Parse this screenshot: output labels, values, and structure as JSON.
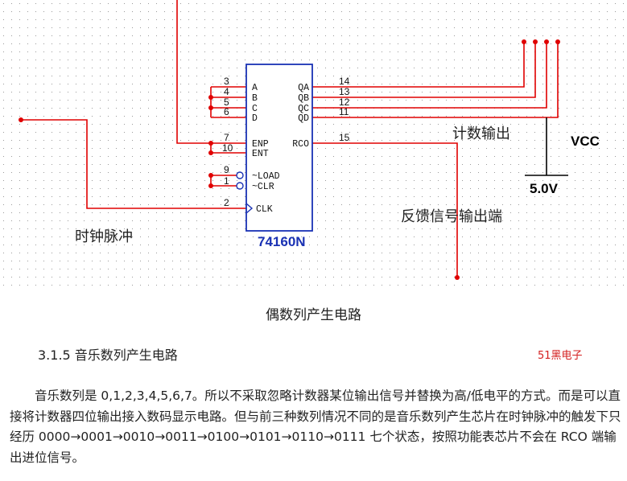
{
  "schematic": {
    "ic": {
      "name": "74160N",
      "left_pins": [
        {
          "num": "3",
          "label": "A"
        },
        {
          "num": "4",
          "label": "B"
        },
        {
          "num": "5",
          "label": "C"
        },
        {
          "num": "6",
          "label": "D"
        },
        {
          "num": "7",
          "label": "ENP"
        },
        {
          "num": "10",
          "label": "ENT"
        },
        {
          "num": "9",
          "label": "~LOAD"
        },
        {
          "num": "1",
          "label": "~CLR"
        },
        {
          "num": "2",
          "label": "CLK"
        }
      ],
      "right_pins": [
        {
          "num": "14",
          "label": "QA"
        },
        {
          "num": "13",
          "label": "QB"
        },
        {
          "num": "12",
          "label": "QC"
        },
        {
          "num": "11",
          "label": "QD"
        },
        {
          "num": "15",
          "label": "RCO"
        }
      ]
    },
    "labels": {
      "count_output": "计数输出",
      "feedback_output": "反馈信号输出端",
      "clock_pulse": "时钟脉冲",
      "vcc": "VCC",
      "vcc_value": "5.0V"
    },
    "colors": {
      "wire": "#e00000",
      "ic_outline": "#1a32b4",
      "ic_name": "#1a32b4",
      "grid": "#9a9a9a"
    }
  },
  "caption": "偶数列产生电路",
  "section_heading": "3.1.5 音乐数列产生电路",
  "watermark": "51黑电子",
  "paragraph": "音乐数列是 0,1,2,3,4,5,6,7。所以不采取忽略计数器某位输出信号并替换为高/低电平的方式。而是可以直接将计数器四位输出接入数码显示电路。但与前三种数列情况不同的是音乐数列产生芯片在时钟脉冲的触发下只经历 0000→0001→0010→0011→0100→0101→0110→0111 七个状态，按照功能表芯片不会在 RCO 端输出进位信号。"
}
